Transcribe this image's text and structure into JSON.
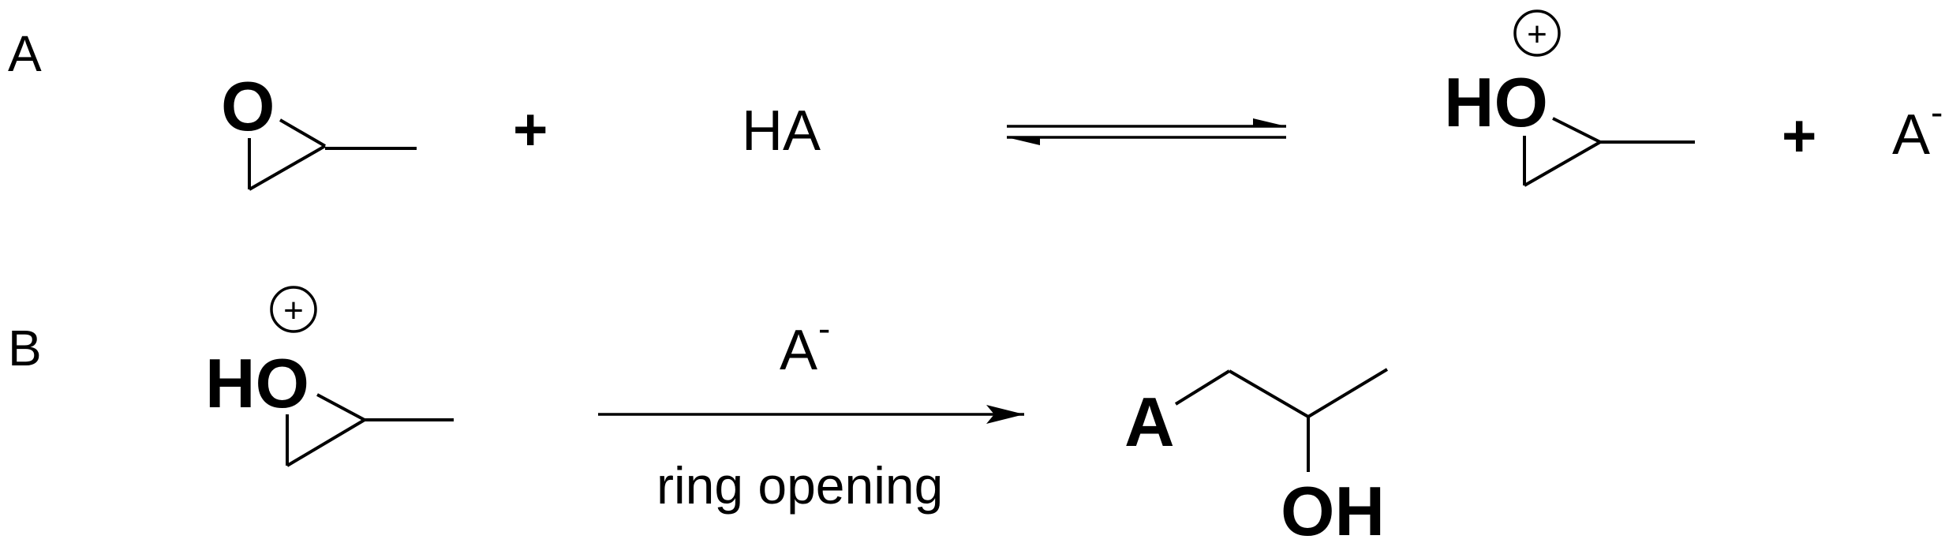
{
  "panels": {
    "a": "A",
    "b": "B"
  },
  "row_a": {
    "reactant_o": "O",
    "plus_1": "+",
    "acid_label": "HA",
    "product_ho": "HO",
    "charge": "+",
    "plus_2": "+",
    "anion_label": "A",
    "anion_charge": "-"
  },
  "row_b": {
    "reactant_ho": "HO",
    "charge": "+",
    "reagent_label": "A",
    "reagent_charge": "-",
    "condition": "ring opening",
    "product_a": "A",
    "product_oh": "OH"
  }
}
